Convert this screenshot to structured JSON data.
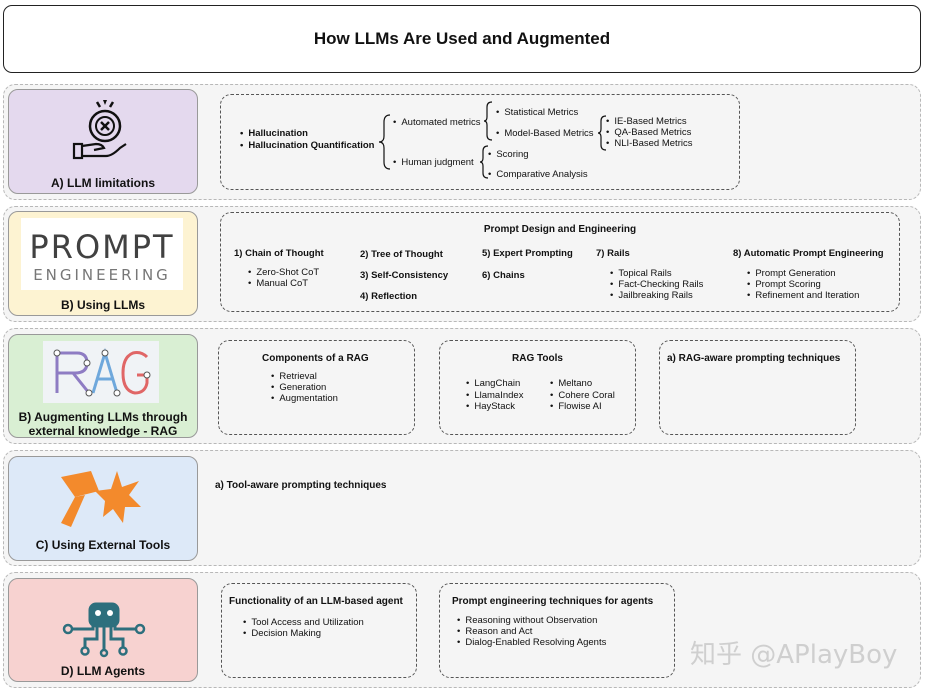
{
  "title": "How LLMs Are Used and Augmented",
  "colors": {
    "limitations": "#e4d9ee",
    "using": "#fdf3d2",
    "augmenting": "#d9efd3",
    "tools": "#dde9f8",
    "agents": "#f7d2d0",
    "tools_icon": "#f38a2c",
    "agents_icon": "#2d6f7d"
  },
  "sectionA": {
    "label": "A) LLM limitations",
    "icon": "hand-with-x-icon",
    "left_items": [
      "Hallucination",
      "Hallucination Quantification"
    ],
    "automated": "Automated metrics",
    "statistical": "Statistical Metrics",
    "model_based": "Model-Based Metrics",
    "model_sub": [
      "IE-Based Metrics",
      "QA-Based Metrics",
      "NLI-Based Metrics"
    ],
    "human": "Human judgment",
    "human_sub": [
      "Scoring",
      "Comparative Analysis"
    ]
  },
  "sectionB": {
    "label": "B) Using LLMs",
    "logo_line1": "PROMPT",
    "logo_line2": "ENGINEERING",
    "box_title": "Prompt Design and Engineering",
    "c1": {
      "h": "1) Chain of Thought",
      "items": [
        "Zero-Shot CoT",
        "Manual CoT"
      ]
    },
    "c2": [
      "2) Tree of Thought",
      "3) Self-Consistency",
      "4) Reflection"
    ],
    "c3": [
      "5) Expert Prompting",
      "6) Chains"
    ],
    "c4": {
      "h": "7) Rails",
      "items": [
        "Topical Rails",
        "Fact-Checking Rails",
        "Jailbreaking Rails"
      ]
    },
    "c5": {
      "h": "8) Automatic Prompt Engineering",
      "items": [
        "Prompt Generation",
        "Prompt Scoring",
        "Refinement and Iteration"
      ]
    }
  },
  "sectionRAG": {
    "label_line1": "B) Augmenting LLMs through",
    "label_line2": "external knowledge - RAG",
    "logo": "RAG",
    "components": {
      "h": "Components of a RAG",
      "items": [
        "Retrieval",
        "Generation",
        "Augmentation"
      ]
    },
    "tools": {
      "h": "RAG Tools",
      "col1": [
        "LangChain",
        "LlamaIndex",
        "HayStack"
      ],
      "col2": [
        "Meltano",
        "Cohere Coral",
        "Flowise AI"
      ]
    },
    "prompting": "a) RAG-aware prompting techniques"
  },
  "sectionC": {
    "label": "C) Using External Tools",
    "icon": "hammer-burst-icon",
    "text": "a) Tool-aware prompting techniques"
  },
  "sectionD": {
    "label": "D) LLM Agents",
    "icon": "robot-octopus-icon",
    "func": {
      "h": "Functionality of an LLM-based agent",
      "items": [
        "Tool Access and Utilization",
        "Decision Making"
      ]
    },
    "prompt": {
      "h": "Prompt engineering techniques for agents",
      "items": [
        "Reasoning without Observation",
        "Reason and Act",
        "Dialog-Enabled Resolving Agents"
      ]
    }
  },
  "watermark": "知乎 @APlayBoy"
}
